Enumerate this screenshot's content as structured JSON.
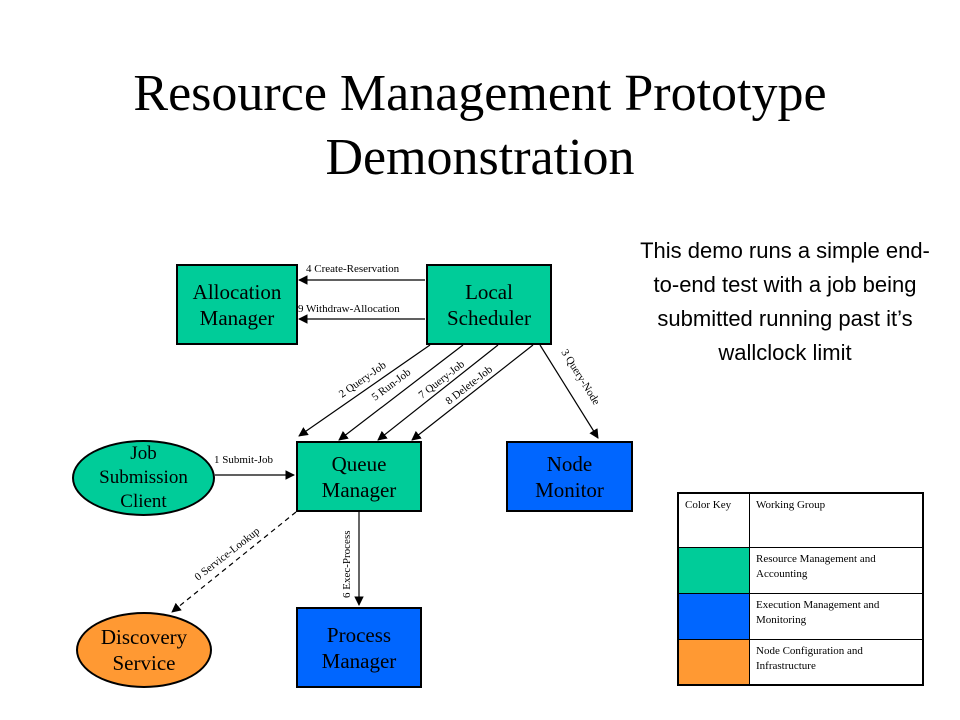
{
  "title": "Resource Management Prototype Demonstration",
  "description": "This demo runs a simple end-to-end test with a job being submitted running past it’s wallclock limit",
  "colors": {
    "resource_management": "#00cc99",
    "execution_management": "#0066ff",
    "node_configuration": "#ff9933"
  },
  "nodes": {
    "allocation_manager": "Allocation Manager",
    "local_scheduler": "Local Scheduler",
    "job_submission_client": "Job Submission Client",
    "queue_manager": "Queue Manager",
    "node_monitor": "Node Monitor",
    "discovery_service": "Discovery Service",
    "process_manager": "Process Manager"
  },
  "edges": {
    "create_reservation": "4 Create-Reservation",
    "withdraw_allocation": "9 Withdraw-Allocation",
    "query_job_2": "2 Query-Job",
    "run_job": "5 Run-Job",
    "query_job_7": "7 Query-Job",
    "delete_job": "8 Delete-Job",
    "query_node": "3 Query-Node",
    "submit_job": "1 Submit-Job",
    "service_lookup": "0 Service-Lookup",
    "exec_process": "6 Exec-Process"
  },
  "color_key": {
    "header_left": "Color Key",
    "header_right": "Working Group",
    "rows": [
      {
        "label": "Resource Management and Accounting",
        "color": "#00cc99"
      },
      {
        "label": "Execution Management and Monitoring",
        "color": "#0066ff"
      },
      {
        "label": "Node Configuration and Infrastructure",
        "color": "#ff9933"
      }
    ]
  }
}
